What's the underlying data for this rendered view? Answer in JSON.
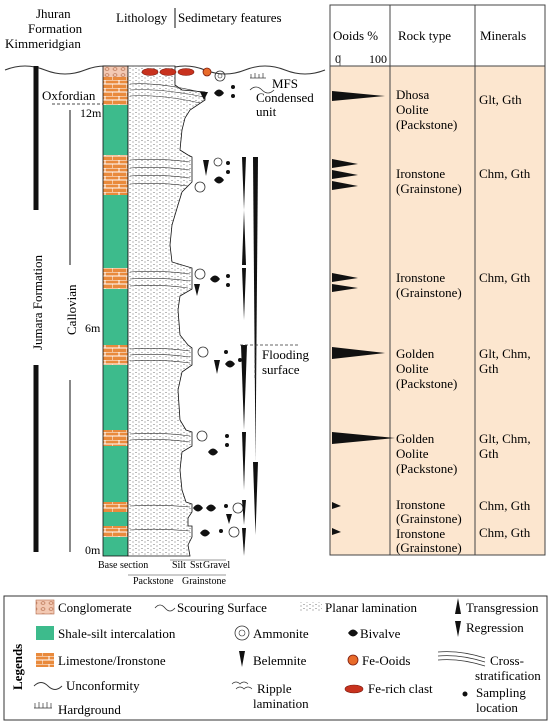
{
  "header": {
    "jhuran_line1": "Jhuran",
    "jhuran_line2": "Formation",
    "kimmeridgian": "Kimmeridgian",
    "lithology": "Lithology",
    "sedimentary_features": "Sedimetary features",
    "ooids_pct": "Ooids %",
    "scale_min": "0",
    "scale_max": "100",
    "rock_type": "Rock type",
    "minerals": "Minerals"
  },
  "column": {
    "oxfordian": "Oxfordian",
    "callovian": "Callovian",
    "jumara": "Jumara Formation",
    "depth_12": "12m",
    "depth_6": "6m",
    "depth_0": "0m",
    "mfs_line1": "MFS",
    "mfs_line2": "Condensed",
    "mfs_line3": "unit",
    "flood_line1": "Flooding",
    "flood_line2": "surface",
    "base_section": "Base section",
    "silt": "Silt",
    "sst": "Sst",
    "gravel": "Gravel",
    "packstone": "Packstone",
    "grainstone": "Grainstone"
  },
  "rows": [
    {
      "rock_l1": "Dhosa",
      "rock_l2": "Oolite",
      "rock_l3": "(Packstone)",
      "minerals": "Glt, Gth"
    },
    {
      "rock_l1": "Ironstone",
      "rock_l2": "(Grainstone)",
      "rock_l3": "",
      "minerals": "Chm, Gth"
    },
    {
      "rock_l1": "Ironstone",
      "rock_l2": "(Grainstone)",
      "rock_l3": "",
      "minerals": "Chm, Gth"
    },
    {
      "rock_l1": "Golden",
      "rock_l2": "Oolite",
      "rock_l3": "(Packstone)",
      "minerals_l1": "Glt, Chm,",
      "minerals_l2": "Gth"
    },
    {
      "rock_l1": "Golden",
      "rock_l2": "Oolite",
      "rock_l3": "(Packstone)",
      "minerals_l1": "Glt, Chm,",
      "minerals_l2": "Gth"
    },
    {
      "rock_l1": "Ironstone",
      "rock_l2": "(Grainstone)",
      "rock_l3": "",
      "minerals": "Chm, Gth"
    },
    {
      "rock_l1": "Ironstone",
      "rock_l2": "(Grainstone)",
      "rock_l3": "",
      "minerals": "Chm, Gth"
    }
  ],
  "legend": {
    "title": "Legends",
    "conglomerate": "Conglomerate",
    "scouring": "Scouring Surface",
    "planar": "Planar lamination",
    "transgression": "Transgression",
    "regression": "Regression",
    "shale": "Shale-silt intercalation",
    "ammonite": "Ammonite",
    "bivalve": "Bivalve",
    "limestone": "Limestone/Ironstone",
    "belemnite": "Belemnite",
    "feooids": "Fe-Ooids",
    "cross_l1": "Cross-",
    "cross_l2": "stratification",
    "unconformity": "Unconformity",
    "ripple_l1": "Ripple",
    "ripple_l2": "lamination",
    "ferich": "Fe-rich clast",
    "sampling_l1": "Sampling",
    "sampling_l2": "location",
    "hardground": "Hardground"
  },
  "colors": {
    "shale_green": "#3dbb8c",
    "limestone_orange": "#e98a3c",
    "table_fill": "#fce6cf",
    "fe_red": "#c8321e"
  }
}
